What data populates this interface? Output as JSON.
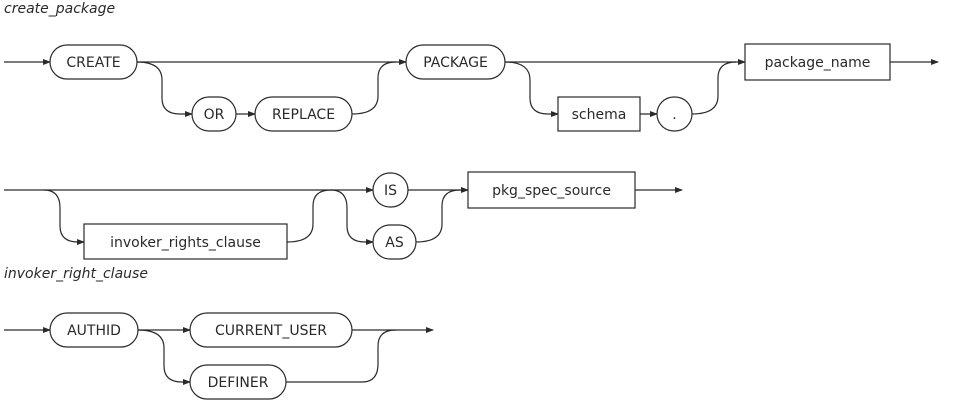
{
  "diagrams": [
    {
      "title": "create_package",
      "nodes": {
        "create": {
          "label": "CREATE",
          "kind": "terminal"
        },
        "or": {
          "label": "OR",
          "kind": "terminal"
        },
        "replace": {
          "label": "REPLACE",
          "kind": "terminal"
        },
        "package": {
          "label": "PACKAGE",
          "kind": "terminal"
        },
        "schema": {
          "label": "schema",
          "kind": "nonterminal"
        },
        "dot": {
          "label": ".",
          "kind": "terminal"
        },
        "package_name": {
          "label": "package_name",
          "kind": "nonterminal"
        },
        "invoker_rights_clause": {
          "label": "invoker_rights_clause",
          "kind": "nonterminal"
        },
        "is": {
          "label": "IS",
          "kind": "terminal"
        },
        "as": {
          "label": "AS",
          "kind": "terminal"
        },
        "pkg_spec_source": {
          "label": "pkg_spec_source",
          "kind": "nonterminal"
        }
      }
    },
    {
      "title": "invoker_right_clause",
      "nodes": {
        "authid": {
          "label": "AUTHID",
          "kind": "terminal"
        },
        "current_user": {
          "label": "CURRENT_USER",
          "kind": "terminal"
        },
        "definer": {
          "label": "DEFINER",
          "kind": "terminal"
        }
      }
    }
  ]
}
